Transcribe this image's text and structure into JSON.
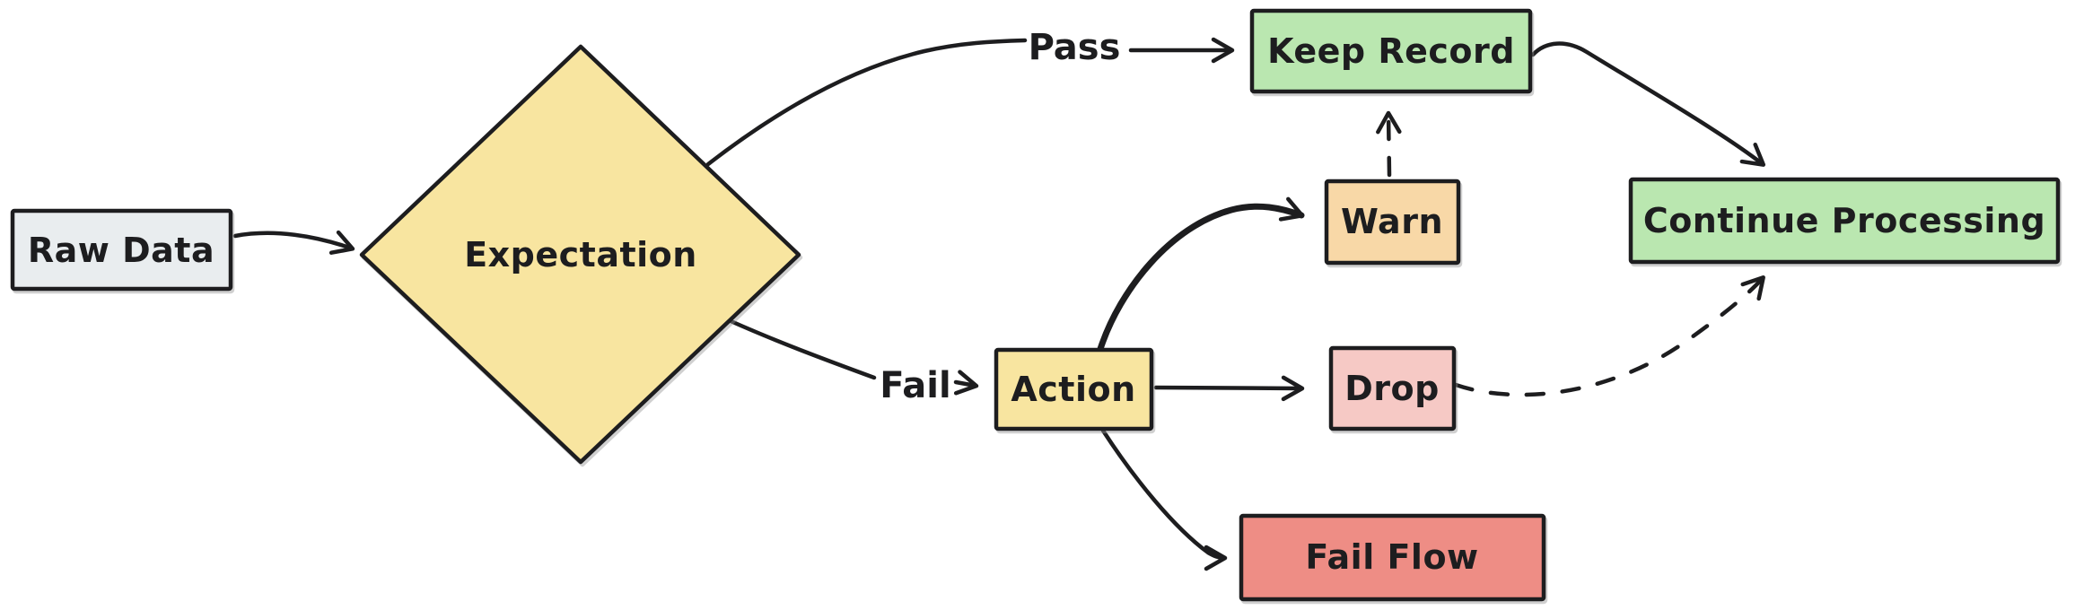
{
  "diagram": {
    "type": "flowchart",
    "style": "hand-drawn",
    "nodes": {
      "raw_data": {
        "label": "Raw Data",
        "shape": "rectangle",
        "fill": "#e9edef"
      },
      "expectation": {
        "label": "Expectation",
        "shape": "diamond",
        "fill": "#f8e5a0"
      },
      "keep_record": {
        "label": "Keep Record",
        "shape": "rectangle",
        "fill": "#bae7b0"
      },
      "warn": {
        "label": "Warn",
        "shape": "rectangle",
        "fill": "#f8d8a7"
      },
      "action": {
        "label": "Action",
        "shape": "rectangle",
        "fill": "#f8e5a0"
      },
      "drop": {
        "label": "Drop",
        "shape": "rectangle",
        "fill": "#f6c9c5"
      },
      "fail_flow": {
        "label": "Fail Flow",
        "shape": "rectangle",
        "fill": "#ee8d85"
      },
      "continue_processing": {
        "label": "Continue Processing",
        "shape": "rectangle",
        "fill": "#bae7b0"
      }
    },
    "edge_labels": {
      "pass": "Pass",
      "fail": "Fail"
    },
    "edges": [
      {
        "from": "raw_data",
        "to": "expectation",
        "label": "",
        "style": "solid"
      },
      {
        "from": "expectation",
        "to": "keep_record",
        "label": "Pass",
        "style": "solid"
      },
      {
        "from": "expectation",
        "to": "action",
        "label": "Fail",
        "style": "solid"
      },
      {
        "from": "action",
        "to": "warn",
        "label": "",
        "style": "solid"
      },
      {
        "from": "action",
        "to": "drop",
        "label": "",
        "style": "solid"
      },
      {
        "from": "action",
        "to": "fail_flow",
        "label": "",
        "style": "solid"
      },
      {
        "from": "warn",
        "to": "keep_record",
        "label": "",
        "style": "dashed"
      },
      {
        "from": "drop",
        "to": "continue_processing",
        "label": "",
        "style": "dashed"
      },
      {
        "from": "keep_record",
        "to": "continue_processing",
        "label": "",
        "style": "solid"
      }
    ],
    "colors": {
      "stroke": "#1d1d1f",
      "background": "#ffffff",
      "yellow": "#f8e5a0",
      "green": "#bae7b0",
      "orange": "#f8d8a7",
      "pink": "#f6c9c5",
      "red": "#ee8d85",
      "gray": "#e9edef"
    }
  }
}
